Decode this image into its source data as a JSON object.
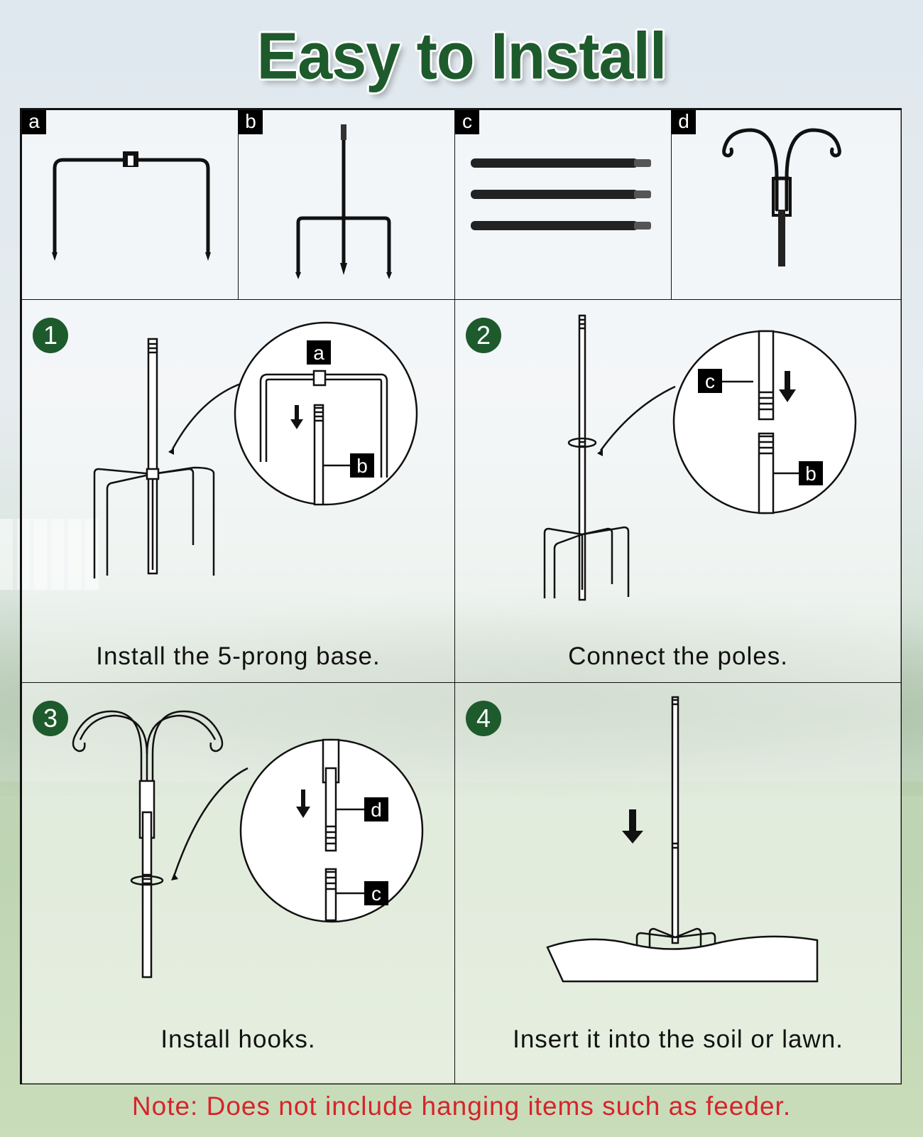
{
  "title": "Easy to Install",
  "parts": [
    {
      "tag": "a",
      "icon": "u-stake-icon"
    },
    {
      "tag": "b",
      "icon": "three-prong-stake-icon"
    },
    {
      "tag": "c",
      "icon": "pole-sections-icon"
    },
    {
      "tag": "d",
      "icon": "double-hook-icon"
    }
  ],
  "steps": [
    {
      "number": "1",
      "caption": "Install the 5-prong base.",
      "callouts": [
        "a",
        "b"
      ]
    },
    {
      "number": "2",
      "caption": "Connect the poles.",
      "callouts": [
        "c",
        "b"
      ]
    },
    {
      "number": "3",
      "caption": "Install hooks.",
      "callouts": [
        "d",
        "c"
      ]
    },
    {
      "number": "4",
      "caption": "Insert it into the soil or lawn."
    }
  ],
  "note": "Note: Does not include hanging items such as feeder.",
  "colors": {
    "title": "#1d5a2c",
    "step_badge": "#1d5a2c",
    "note": "#d6242a",
    "line": "#111111"
  }
}
